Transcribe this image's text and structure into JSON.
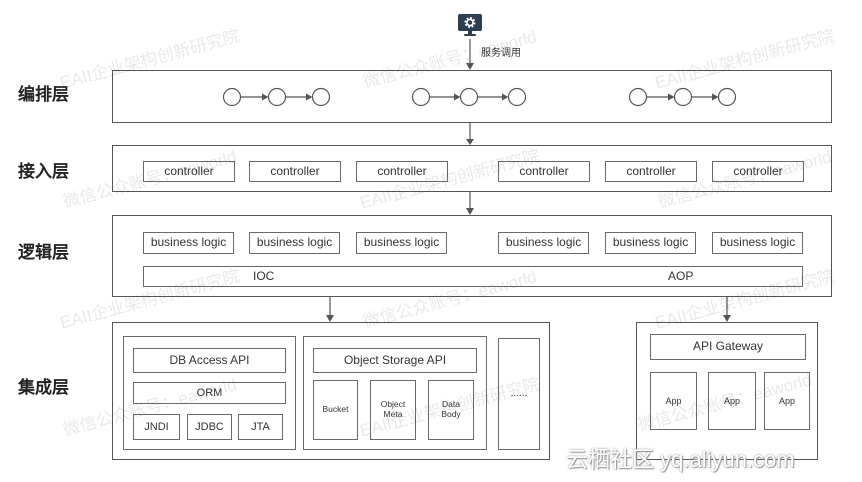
{
  "diagram": {
    "entry": {
      "icon": "monitor-gear-icon",
      "label": "服务调用"
    },
    "layers": {
      "orchestration": {
        "label": "编排层"
      },
      "access": {
        "label": "接入层",
        "controllers": [
          "controller",
          "controller",
          "controller",
          "controller",
          "controller",
          "controller"
        ]
      },
      "logic": {
        "label": "逻辑层",
        "modules": [
          "business logic",
          "business logic",
          "business logic",
          "business logic",
          "business logic",
          "business logic"
        ],
        "ioc": "IOC",
        "aop": "AOP"
      },
      "integration": {
        "label": "集成层",
        "db_access": {
          "api": "DB Access API",
          "orm": "ORM",
          "drivers": [
            "JNDI",
            "JDBC",
            "JTA"
          ]
        },
        "object_storage": {
          "api": "Object Storage API",
          "parts": [
            "Bucket",
            "Object Meta",
            "Data Body"
          ]
        },
        "more": "......",
        "api_gateway": {
          "label": "API Gateway",
          "apps": [
            "App",
            "App",
            "App"
          ]
        }
      }
    }
  },
  "watermarks": {
    "institute": "EAII企业架构创新研究院",
    "wechat": "微信公众账号：eaworld",
    "site": "云栖社区 yq.aliyun.com"
  },
  "colors": {
    "line": "#555555",
    "text": "#333333",
    "icon": "#2c3e50",
    "watermark": "rgba(0,0,0,0.09)"
  }
}
